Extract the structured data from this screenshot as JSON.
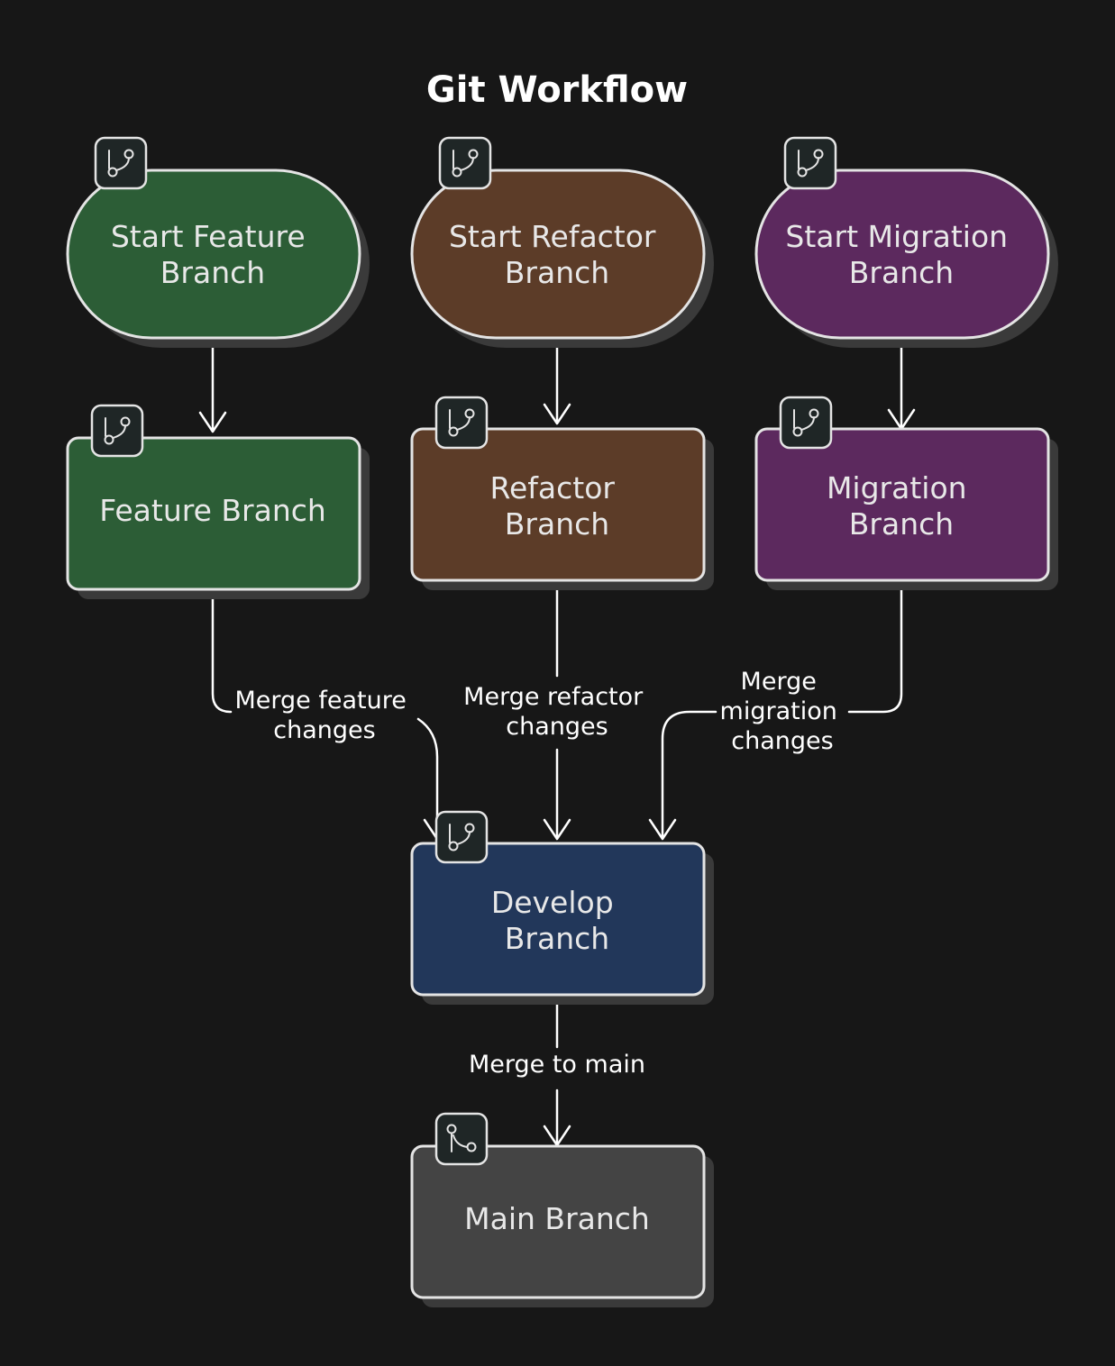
{
  "title": "Git Workflow",
  "colors": {
    "background": "#171717",
    "feature": "#2c5d36",
    "refactor": "#5c3c28",
    "migration": "#5c295e",
    "develop": "#22375a",
    "main": "#444444"
  },
  "nodes": {
    "start_feature": {
      "lines": [
        "Start Feature",
        "Branch"
      ],
      "icon": "git-branch-icon"
    },
    "start_refactor": {
      "lines": [
        "Start Refactor",
        "Branch"
      ],
      "icon": "git-branch-icon"
    },
    "start_migration": {
      "lines": [
        "Start Migration",
        "Branch"
      ],
      "icon": "git-branch-icon"
    },
    "feature_branch": {
      "lines": [
        "Feature Branch"
      ],
      "icon": "git-branch-icon"
    },
    "refactor_branch": {
      "lines": [
        "Refactor",
        "Branch"
      ],
      "icon": "git-branch-icon"
    },
    "migration_branch": {
      "lines": [
        "Migration",
        "Branch"
      ],
      "icon": "git-branch-icon"
    },
    "develop_branch": {
      "lines": [
        "Develop",
        "Branch"
      ],
      "icon": "git-branch-icon"
    },
    "main_branch": {
      "lines": [
        "Main Branch"
      ],
      "icon": "git-merge-icon"
    }
  },
  "edges": {
    "merge_feature": {
      "lines": [
        "Merge feature",
        "changes"
      ]
    },
    "merge_refactor": {
      "lines": [
        "Merge refactor",
        "changes"
      ]
    },
    "merge_migration": {
      "lines": [
        "Merge",
        "migration",
        "changes"
      ]
    },
    "merge_main": {
      "lines": [
        "Merge to main"
      ]
    }
  }
}
